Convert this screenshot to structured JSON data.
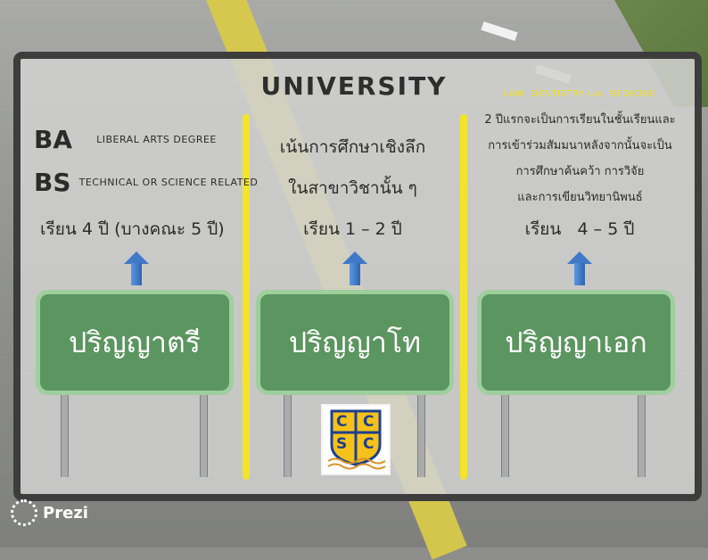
{
  "title": "UNIVERSITY",
  "bachelor": {
    "ba_abbr": "BA",
    "ba_desc": "LIBERAL ARTS DEGREE",
    "bs_abbr": "BS",
    "bs_desc": "TECHNICAL OR SCIENCE RELATED",
    "duration": "เรียน 4 ปี (บางคณะ 5 ปี)",
    "sign": "ปริญญาตรี"
  },
  "master": {
    "line1": "เน้นการศึกษาเชิงลึก",
    "line2": "ในสาขาวิชานั้น ๆ",
    "duration": "เรียน 1 – 2 ปี",
    "sign": "ปริญญาโท"
  },
  "doctorate": {
    "note": "LAW, DENTISTRY และ MEDICINE",
    "line1": "2 ปีแรกจะเป็นการเรียนในชั้นเรียนและ",
    "line2": "การเข้าร่วมสัมมนาหลังจากนั้นจะเป็น",
    "line3": "การศึกษาค้นคว้า การวิจัย",
    "line4": "และการเขียนวิทยานิพนธ์",
    "duration": "เรียน   4 – 5 ปี",
    "sign": "ปริญญาเอก"
  },
  "logo": {
    "letters": [
      "C",
      "C",
      "S",
      "C"
    ]
  },
  "brand": "Prezi",
  "colors": {
    "sign_green": "#5b955f",
    "divider_yellow": "#f3e42a",
    "arrow_blue": "#3f79c8"
  }
}
